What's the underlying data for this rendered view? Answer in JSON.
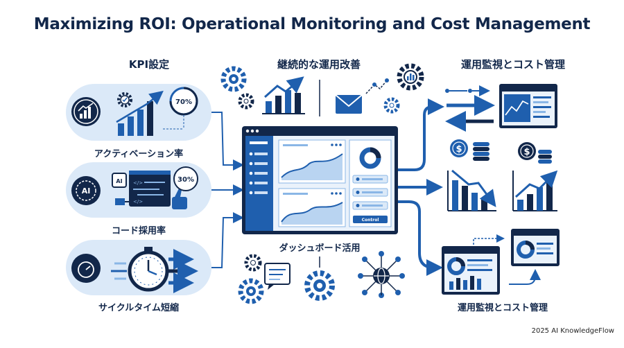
{
  "title": "Maximizing ROI: Operational Monitoring and Cost Management",
  "sections": {
    "kpi": {
      "heading": "KPI設定",
      "items": [
        {
          "label": "アクティベーション率",
          "badge": "70%"
        },
        {
          "label": "コード採用率",
          "badge": "30%",
          "icon_text": "AI",
          "chip_text": "AI"
        },
        {
          "label": "サイクルタイム短縮"
        }
      ]
    },
    "improvement": {
      "heading": "継続的な運用改善"
    },
    "dashboard": {
      "caption": "ダッシュボード活用",
      "control_label": "Control"
    },
    "monitoring": {
      "heading": "運用監視とコスト管理",
      "bottom_caption": "運用監視とコスト管理"
    }
  },
  "footer": "2025 AI KnowledgeFlow",
  "colors": {
    "navy": "#12274a",
    "blue": "#1f5fae",
    "light_blue": "#dbe9f8",
    "mid_blue": "#8ab6e6"
  },
  "icons": [
    "bar-chart-icon",
    "gear-icon",
    "ai-icon",
    "code-window-icon",
    "thumbs-up-icon",
    "stopwatch-icon",
    "speed-arrows-icon",
    "envelope-icon",
    "trend-chart-icon",
    "network-icon",
    "dollar-coin-icon",
    "chat-icon",
    "arrows-exchange-icon",
    "decline-chart-icon",
    "growth-chart-icon"
  ]
}
